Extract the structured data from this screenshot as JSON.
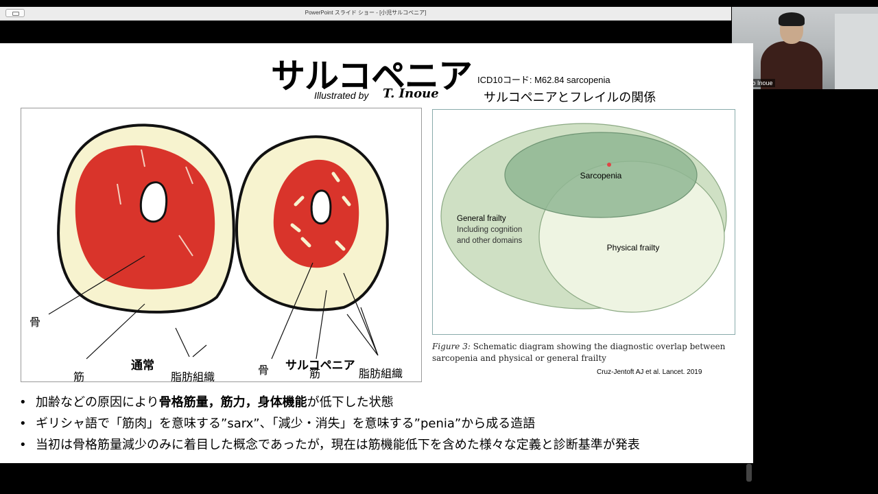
{
  "window": {
    "title": "PowerPoint スライド ショー - [小児サルコペニア]"
  },
  "video": {
    "participant_name": "Tatsuro Inoue"
  },
  "slide": {
    "title": "サルコペニア",
    "icd_code": "ICD10コード: M62.84 sarcopenia",
    "illustrated_by": "Illustrated by",
    "signature": "T. Inoue",
    "venn_heading": "サルコペニアとフレイルの関係",
    "illustration": {
      "normal_label": "通常",
      "sarcopenia_label": "サルコペニア",
      "bone": "骨",
      "muscle": "筋",
      "fat": "脂肪組織",
      "colors": {
        "muscle": "#d9342b",
        "fat": "#f7f3cf",
        "outline": "#111111"
      }
    },
    "venn": {
      "general_frailty": "General frailty",
      "general_sub1": "Including cognition",
      "general_sub2": "and other domains",
      "sarcopenia": "Sarcopenia",
      "physical_frailty": "Physical frailty",
      "colors": {
        "general": "#cfe0c4",
        "sarcopenia": "#8fb693",
        "physical": "#eef4e2"
      }
    },
    "figure_caption": {
      "label": "Figure 3:",
      "text": " Schematic diagram showing the diagnostic overlap between sarcopenia and physical or general frailty"
    },
    "citation": "Cruz-Jentoft AJ et al. Lancet. 2019",
    "bullets": [
      {
        "pre": "加齢などの原因により",
        "bold": "骨格筋量，筋力，身体機能",
        "post": "が低下した状態"
      },
      {
        "pre": "ギリシャ語で「筋肉」を意味する”sarx”、「減少・消失」を意味する”penia”から成る造語",
        "bold": "",
        "post": ""
      },
      {
        "pre": "当初は骨格筋量減少のみに着目した概念であったが，現在は筋機能低下を含めた様々な定義と診断基準が発表",
        "bold": "",
        "post": ""
      }
    ]
  }
}
